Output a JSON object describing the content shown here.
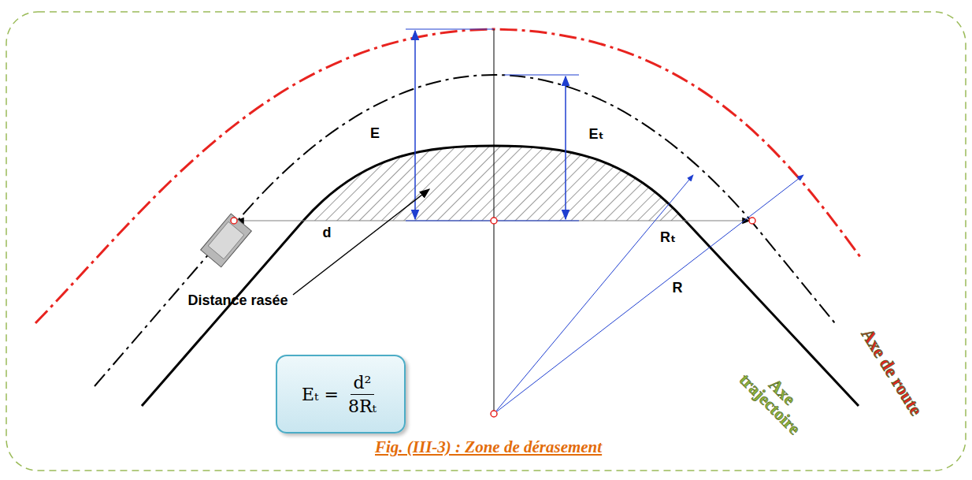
{
  "diagram": {
    "caption": "Fig. (III-3) : Zone de dérasement",
    "nodes": [
      {
        "text": [
          "Eₜ =",
          "d²",
          "8Rₜ"
        ]
      }
    ],
    "labels": [
      "E",
      "Eₜ",
      "d",
      "Distance rasée",
      "Rₜ",
      "R",
      "Axe de route",
      "Axe trajectoire"
    ]
  }
}
